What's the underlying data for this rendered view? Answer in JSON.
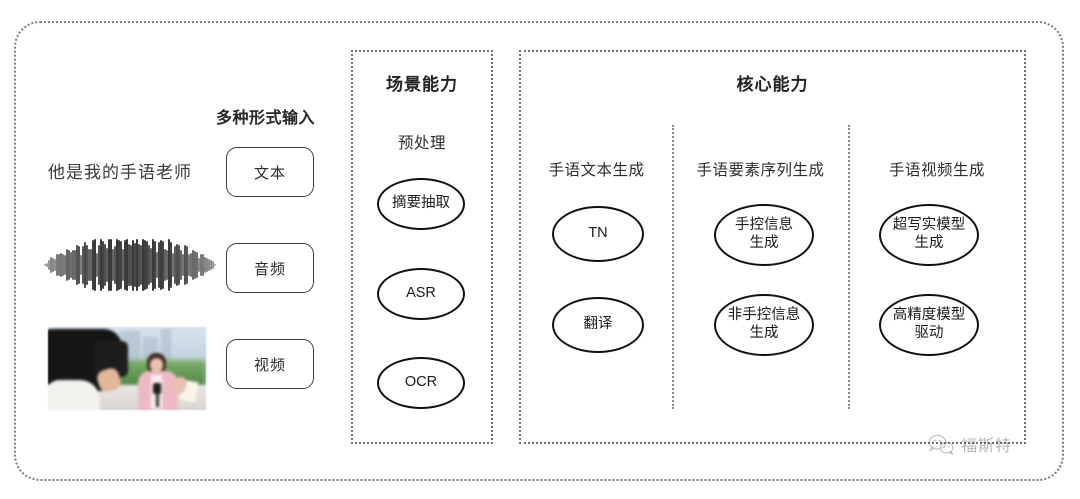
{
  "diagram": {
    "title_hidden": "",
    "input_column": {
      "caption": "多种形式输入",
      "sentence": "他是我的手语老师",
      "chips": [
        {
          "label": "文本",
          "name": "chip-text"
        },
        {
          "label": "音频",
          "name": "chip-audio"
        },
        {
          "label": "视频",
          "name": "chip-video"
        }
      ],
      "media": {
        "waveform_alt": "audio-waveform",
        "thumbnail_alt": "video-thumbnail-reporter-camera"
      }
    },
    "scene_panel": {
      "title": "场景能力",
      "column_label": "预处理",
      "nodes": [
        {
          "label": "摘要抽取"
        },
        {
          "label": "ASR"
        },
        {
          "label": "OCR"
        }
      ]
    },
    "core_panel": {
      "title": "核心能力",
      "columns": [
        {
          "label": "手语文本生成",
          "nodes": [
            {
              "label": "TN"
            },
            {
              "label": "翻译"
            }
          ]
        },
        {
          "label": "手语要素序列生成",
          "nodes": [
            {
              "label": "手控信息\n生成"
            },
            {
              "label": "非手控信息\n生成"
            }
          ]
        },
        {
          "label": "手语视频生成",
          "nodes": [
            {
              "label": "超写实模型\n生成"
            },
            {
              "label": "高精度模型\n驱动"
            }
          ]
        }
      ]
    },
    "watermark": {
      "text": "福斯特",
      "icon": "wechat-icon"
    },
    "colors": {
      "border_dotted": "#6f6f6f",
      "outer_frame": "#7c7c7c",
      "node_stroke": "#111111",
      "text": "#2b2b2b",
      "background": "#ffffff"
    }
  }
}
